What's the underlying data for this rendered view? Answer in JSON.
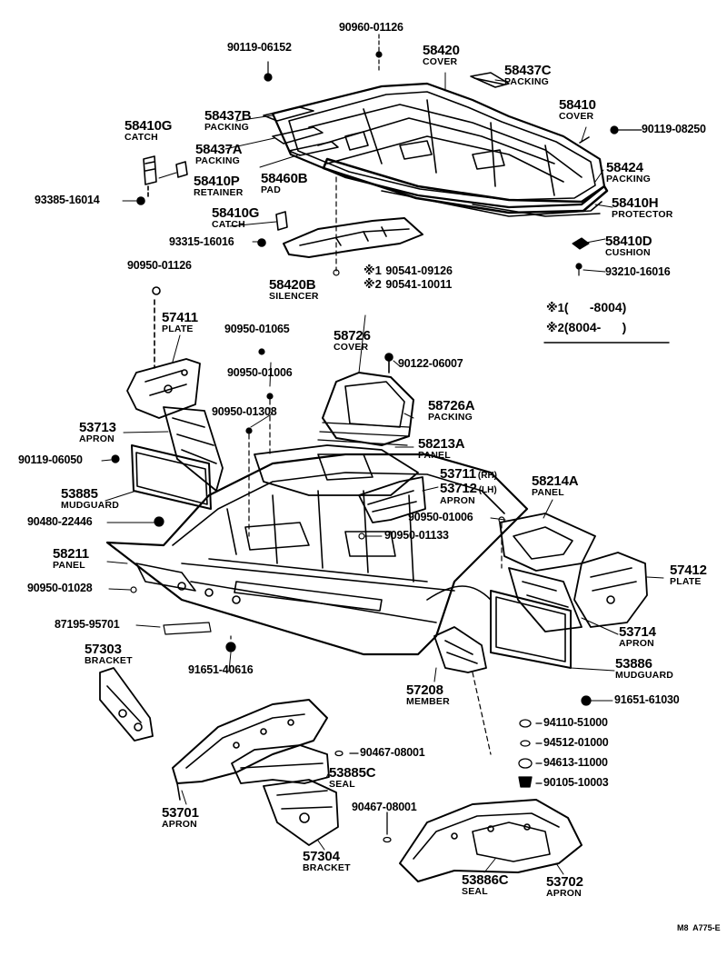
{
  "parts": [
    {
      "id": "p1",
      "number": "90960-01126",
      "name": ""
    },
    {
      "id": "p2",
      "number": "90119-06152",
      "name": ""
    },
    {
      "id": "p3",
      "number": "58420",
      "name": "COVER"
    },
    {
      "id": "p4",
      "number": "58437C",
      "name": "PACKING"
    },
    {
      "id": "p5",
      "number": "58437B",
      "name": "PACKING"
    },
    {
      "id": "p6",
      "number": "58410",
      "name": "COVER"
    },
    {
      "id": "p7",
      "number": "90119-08250",
      "name": ""
    },
    {
      "id": "p8",
      "number": "58410G",
      "name": "CATCH"
    },
    {
      "id": "p9",
      "number": "58437A",
      "name": "PACKING"
    },
    {
      "id": "p10",
      "number": "58424",
      "name": "PACKING"
    },
    {
      "id": "p11",
      "number": "58410P",
      "name": "RETAINER"
    },
    {
      "id": "p12",
      "number": "58460B",
      "name": "PAD"
    },
    {
      "id": "p13",
      "number": "58410H",
      "name": "PROTECTOR"
    },
    {
      "id": "p14",
      "number": "93385-16014",
      "name": ""
    },
    {
      "id": "p15",
      "number": "58410G",
      "name": "CATCH"
    },
    {
      "id": "p16",
      "number": "93315-16016",
      "name": ""
    },
    {
      "id": "p17",
      "number": "58410D",
      "name": "CUSHION"
    },
    {
      "id": "p18",
      "number": "93210-16016",
      "name": ""
    },
    {
      "id": "p19",
      "number": "58420B",
      "name": "SILENCER"
    },
    {
      "id": "p20",
      "number": "90950-01126",
      "name": ""
    },
    {
      "id": "p21",
      "number": "57411",
      "name": "PLATE"
    },
    {
      "id": "p22",
      "number": "90950-01065",
      "name": ""
    },
    {
      "id": "p23",
      "number": "58726",
      "name": "COVER"
    },
    {
      "id": "p24",
      "number": "90122-06007",
      "name": ""
    },
    {
      "id": "p25",
      "number": "90950-01006",
      "name": ""
    },
    {
      "id": "p26",
      "number": "58726A",
      "name": "PACKING"
    },
    {
      "id": "p27",
      "number": "90950-01308",
      "name": ""
    },
    {
      "id": "p28",
      "number": "53713",
      "name": "APRON"
    },
    {
      "id": "p29",
      "number": "58213A",
      "name": "PANEL"
    },
    {
      "id": "p30",
      "number": "90119-06050",
      "name": ""
    },
    {
      "id": "p31",
      "number": "53711",
      "name": "",
      "suffix": "(RH)"
    },
    {
      "id": "p32",
      "number": "53712",
      "name": "APRON",
      "suffix": "(LH)"
    },
    {
      "id": "p33",
      "number": "58214A",
      "name": "PANEL"
    },
    {
      "id": "p34",
      "number": "53885",
      "name": "MUDGUARD"
    },
    {
      "id": "p35",
      "number": "90480-22446",
      "name": ""
    },
    {
      "id": "p36",
      "number": "90950-01006",
      "name": ""
    },
    {
      "id": "p37",
      "number": "90950-01133",
      "name": ""
    },
    {
      "id": "p38",
      "number": "58211",
      "name": "PANEL"
    },
    {
      "id": "p39",
      "number": "57412",
      "name": "PLATE"
    },
    {
      "id": "p40",
      "number": "90950-01028",
      "name": ""
    },
    {
      "id": "p41",
      "number": "87195-95701",
      "name": ""
    },
    {
      "id": "p42",
      "number": "53714",
      "name": "APRON"
    },
    {
      "id": "p43",
      "number": "57303",
      "name": "BRACKET"
    },
    {
      "id": "p44",
      "number": "53886",
      "name": "MUDGUARD"
    },
    {
      "id": "p45",
      "number": "91651-40616",
      "name": ""
    },
    {
      "id": "p46",
      "number": "57208",
      "name": "MEMBER"
    },
    {
      "id": "p47",
      "number": "91651-61030",
      "name": ""
    },
    {
      "id": "p48",
      "number": "94110-51000",
      "name": ""
    },
    {
      "id": "p49",
      "number": "90467-08001",
      "name": ""
    },
    {
      "id": "p50",
      "number": "94512-01000",
      "name": ""
    },
    {
      "id": "p51",
      "number": "53885C",
      "name": "SEAL"
    },
    {
      "id": "p52",
      "number": "94613-11000",
      "name": ""
    },
    {
      "id": "p53",
      "number": "90105-10003",
      "name": ""
    },
    {
      "id": "p54",
      "number": "53701",
      "name": "APRON"
    },
    {
      "id": "p55",
      "number": "90467-08001",
      "name": ""
    },
    {
      "id": "p56",
      "number": "57304",
      "name": "BRACKET"
    },
    {
      "id": "p57",
      "number": "53886C",
      "name": "SEAL"
    },
    {
      "id": "p58",
      "number": "53702",
      "name": "APRON"
    }
  ],
  "variant_callouts": [
    {
      "marker": "※1",
      "number": "90541-09126"
    },
    {
      "marker": "※2",
      "number": "90541-10011"
    }
  ],
  "notes": [
    {
      "marker": "※1",
      "text": "(      -8004)"
    },
    {
      "marker": "※2",
      "text": "(8004-      )"
    }
  ],
  "code": "M8  A775-E"
}
